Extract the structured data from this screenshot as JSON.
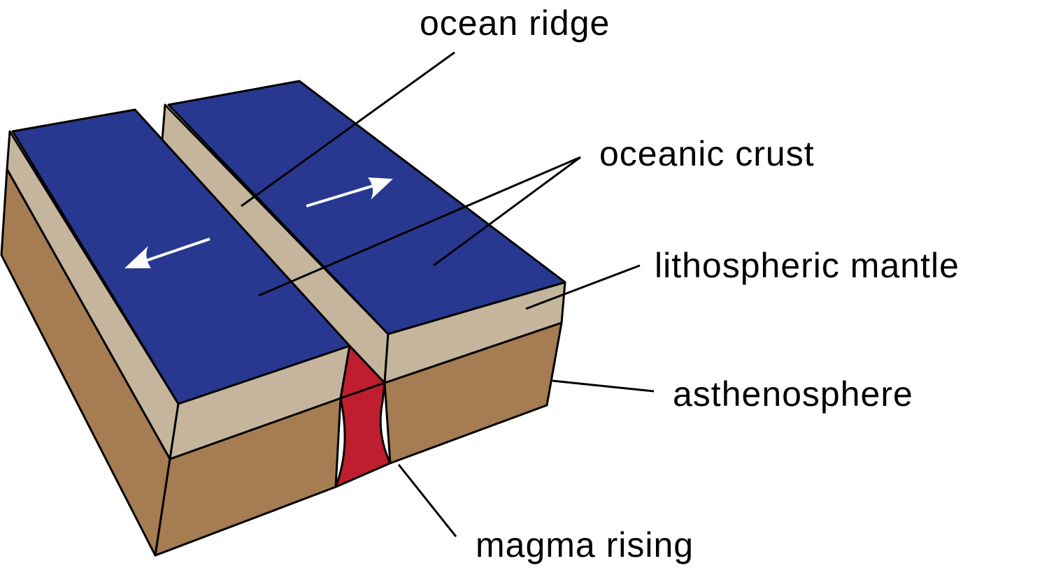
{
  "labels": {
    "ocean_ridge": "ocean ridge",
    "oceanic_crust": "oceanic crust",
    "lithospheric_mantle": "lithospheric mantle",
    "asthenosphere": "asthenosphere",
    "magma_rising": "magma rising"
  },
  "colors": {
    "crust": "#283891",
    "lithosphere": "#c4b59c",
    "asthenosphere": "#a67c52",
    "magma": "#be1e2d",
    "arrow": "#ffffff"
  }
}
